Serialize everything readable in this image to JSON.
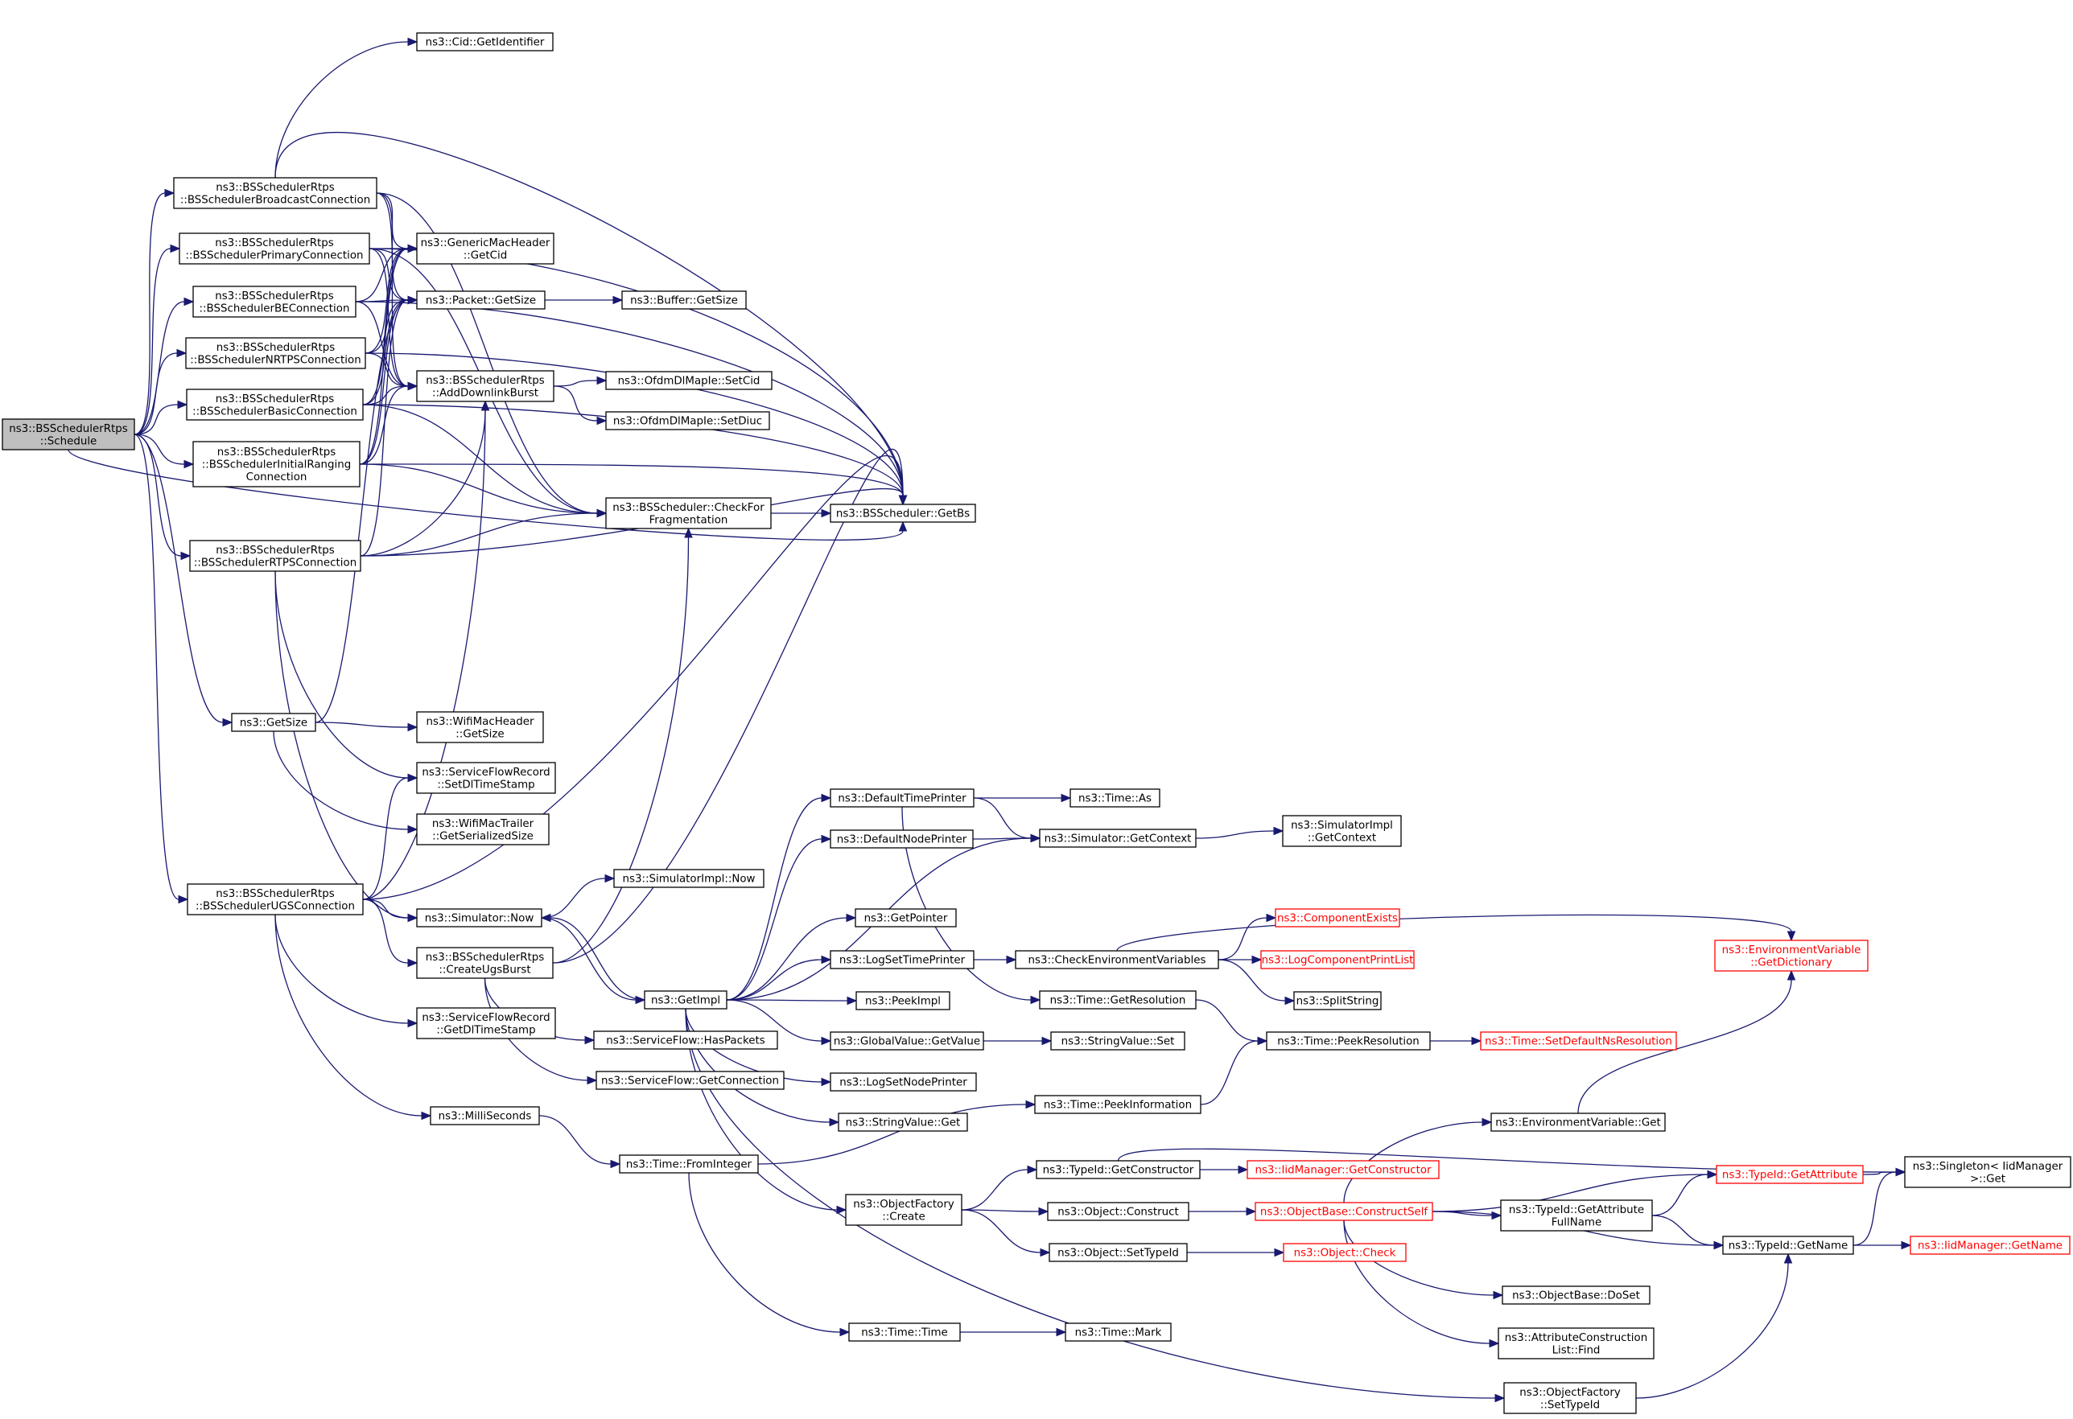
{
  "nodes": {
    "schedule": {
      "lines": [
        "ns3::BSSchedulerRtps",
        "::Schedule"
      ],
      "style": "root"
    },
    "broadcast": {
      "lines": [
        "ns3::BSSchedulerRtps",
        "::BSSchedulerBroadcastConnection"
      ]
    },
    "primary": {
      "lines": [
        "ns3::BSSchedulerRtps",
        "::BSSchedulerPrimaryConnection"
      ]
    },
    "be": {
      "lines": [
        "ns3::BSSchedulerRtps",
        "::BSSchedulerBEConnection"
      ]
    },
    "nrtps": {
      "lines": [
        "ns3::BSSchedulerRtps",
        "::BSSchedulerNRTPSConnection"
      ]
    },
    "basic": {
      "lines": [
        "ns3::BSSchedulerRtps",
        "::BSSchedulerBasicConnection"
      ]
    },
    "initialranging": {
      "lines": [
        "ns3::BSSchedulerRtps",
        "::BSSchedulerInitialRanging",
        "Connection"
      ]
    },
    "rtps": {
      "lines": [
        "ns3::BSSchedulerRtps",
        "::BSSchedulerRTPSConnection"
      ]
    },
    "getsize": {
      "lines": [
        "ns3::GetSize"
      ]
    },
    "ugs": {
      "lines": [
        "ns3::BSSchedulerRtps",
        "::BSSchedulerUGSConnection"
      ]
    },
    "cid": {
      "lines": [
        "ns3::Cid::GetIdentifier"
      ]
    },
    "gmh": {
      "lines": [
        "ns3::GenericMacHeader",
        "::GetCid"
      ]
    },
    "packetsize": {
      "lines": [
        "ns3::Packet::GetSize"
      ]
    },
    "adddl": {
      "lines": [
        "ns3::BSSchedulerRtps",
        "::AddDownlinkBurst"
      ]
    },
    "wifimacheader": {
      "lines": [
        "ns3::WifiMacHeader",
        "::GetSize"
      ]
    },
    "sfrset": {
      "lines": [
        "ns3::ServiceFlowRecord",
        "::SetDlTimeStamp"
      ]
    },
    "wifimactrailer": {
      "lines": [
        "ns3::WifiMacTrailer",
        "::GetSerializedSize"
      ]
    },
    "simnow": {
      "lines": [
        "ns3::Simulator::Now"
      ]
    },
    "createugs": {
      "lines": [
        "ns3::BSSchedulerRtps",
        "::CreateUgsBurst"
      ]
    },
    "sfrget": {
      "lines": [
        "ns3::ServiceFlowRecord",
        "::GetDlTimeStamp"
      ]
    },
    "millis": {
      "lines": [
        "ns3::MilliSeconds"
      ]
    },
    "buffersize": {
      "lines": [
        "ns3::Buffer::GetSize"
      ]
    },
    "setcid": {
      "lines": [
        "ns3::OfdmDlMapIe::SetCid"
      ]
    },
    "setdiuc": {
      "lines": [
        "ns3::OfdmDlMapIe::SetDiuc"
      ]
    },
    "checkfrag": {
      "lines": [
        "ns3::BSScheduler::CheckFor",
        "Fragmentation"
      ]
    },
    "simimplnow": {
      "lines": [
        "ns3::SimulatorImpl::Now"
      ]
    },
    "getimpl": {
      "lines": [
        "ns3::GetImpl"
      ]
    },
    "haspackets": {
      "lines": [
        "ns3::ServiceFlow::HasPackets"
      ]
    },
    "getconnection": {
      "lines": [
        "ns3::ServiceFlow::GetConnection"
      ]
    },
    "fromint": {
      "lines": [
        "ns3::Time::FromInteger"
      ]
    },
    "getbs": {
      "lines": [
        "ns3::BSScheduler::GetBs"
      ]
    },
    "deftimeprinter": {
      "lines": [
        "ns3::DefaultTimePrinter"
      ]
    },
    "defnodeprinter": {
      "lines": [
        "ns3::DefaultNodePrinter"
      ]
    },
    "getpointer": {
      "lines": [
        "ns3::GetPointer"
      ]
    },
    "logsettimeprinter": {
      "lines": [
        "ns3::LogSetTimePrinter"
      ]
    },
    "peekimpl": {
      "lines": [
        "ns3::PeekImpl"
      ]
    },
    "gvgetvalue": {
      "lines": [
        "ns3::GlobalValue::GetValue"
      ]
    },
    "logsetnodeprinter": {
      "lines": [
        "ns3::LogSetNodePrinter"
      ]
    },
    "stringvalueget": {
      "lines": [
        "ns3::StringValue::Get"
      ]
    },
    "objfactorycreate": {
      "lines": [
        "ns3::ObjectFactory",
        "::Create"
      ]
    },
    "timetime": {
      "lines": [
        "ns3::Time::Time"
      ]
    },
    "timeas": {
      "lines": [
        "ns3::Time::As"
      ]
    },
    "simgetcontext": {
      "lines": [
        "ns3::Simulator::GetContext"
      ]
    },
    "checkenv": {
      "lines": [
        "ns3::CheckEnvironmentVariables"
      ]
    },
    "timegetres": {
      "lines": [
        "ns3::Time::GetResolution"
      ]
    },
    "stringvalueset": {
      "lines": [
        "ns3::StringValue::Set"
      ]
    },
    "peekinfo": {
      "lines": [
        "ns3::Time::PeekInformation"
      ]
    },
    "getconstructor": {
      "lines": [
        "ns3::TypeId::GetConstructor"
      ]
    },
    "objconstruct": {
      "lines": [
        "ns3::Object::Construct"
      ]
    },
    "objsettypeid": {
      "lines": [
        "ns3::Object::SetTypeId"
      ]
    },
    "timemark": {
      "lines": [
        "ns3::Time::Mark"
      ]
    },
    "simimplgetcontext": {
      "lines": [
        "ns3::SimulatorImpl",
        "::GetContext"
      ]
    },
    "componentexists": {
      "lines": [
        "ns3::ComponentExists"
      ],
      "style": "red"
    },
    "logcompprint": {
      "lines": [
        "ns3::LogComponentPrintList"
      ],
      "style": "red"
    },
    "splitstring": {
      "lines": [
        "ns3::SplitString"
      ]
    },
    "peekres": {
      "lines": [
        "ns3::Time::PeekResolution"
      ]
    },
    "iidgetconstructor": {
      "lines": [
        "ns3::IidManager::GetConstructor"
      ],
      "style": "red"
    },
    "constructself": {
      "lines": [
        "ns3::ObjectBase::ConstructSelf"
      ],
      "style": "red"
    },
    "objcheck": {
      "lines": [
        "ns3::Object::Check"
      ],
      "style": "red"
    },
    "setdefaultns": {
      "lines": [
        "ns3::Time::SetDefaultNsResolution"
      ],
      "style": "red"
    },
    "envget": {
      "lines": [
        "ns3::EnvironmentVariable::Get"
      ]
    },
    "getattrfullname": {
      "lines": [
        "ns3::TypeId::GetAttribute",
        "FullName"
      ]
    },
    "objbasedoset": {
      "lines": [
        "ns3::ObjectBase::DoSet"
      ]
    },
    "attrconstfind": {
      "lines": [
        "ns3::AttributeConstruction",
        "List::Find"
      ]
    },
    "objfactsettypeid": {
      "lines": [
        "ns3::ObjectFactory",
        "::SetTypeId"
      ]
    },
    "envgetdict": {
      "lines": [
        "ns3::EnvironmentVariable",
        "::GetDictionary"
      ],
      "style": "red"
    },
    "typeidgetattr": {
      "lines": [
        "ns3::TypeId::GetAttribute"
      ],
      "style": "red"
    },
    "typeidgetname": {
      "lines": [
        "ns3::TypeId::GetName"
      ]
    },
    "singletonget": {
      "lines": [
        "ns3::Singleton< IidManager",
        " >::Get"
      ]
    },
    "iidgetname": {
      "lines": [
        "ns3::IidManager::GetName"
      ],
      "style": "red"
    }
  },
  "edges": [
    [
      "schedule",
      "broadcast"
    ],
    [
      "schedule",
      "primary"
    ],
    [
      "schedule",
      "be"
    ],
    [
      "schedule",
      "nrtps"
    ],
    [
      "schedule",
      "basic"
    ],
    [
      "schedule",
      "initialranging"
    ],
    [
      "schedule",
      "rtps"
    ],
    [
      "schedule",
      "getsize"
    ],
    [
      "schedule",
      "ugs"
    ],
    [
      "schedule",
      "getbs"
    ],
    [
      "broadcast",
      "cid"
    ],
    [
      "broadcast",
      "gmh"
    ],
    [
      "broadcast",
      "packetsize"
    ],
    [
      "broadcast",
      "adddl"
    ],
    [
      "broadcast",
      "checkfrag"
    ],
    [
      "broadcast",
      "getbs"
    ],
    [
      "primary",
      "gmh"
    ],
    [
      "primary",
      "packetsize"
    ],
    [
      "primary",
      "adddl"
    ],
    [
      "primary",
      "checkfrag"
    ],
    [
      "primary",
      "getbs"
    ],
    [
      "be",
      "gmh"
    ],
    [
      "be",
      "packetsize"
    ],
    [
      "be",
      "adddl"
    ],
    [
      "be",
      "getbs"
    ],
    [
      "nrtps",
      "gmh"
    ],
    [
      "nrtps",
      "packetsize"
    ],
    [
      "nrtps",
      "adddl"
    ],
    [
      "nrtps",
      "getbs"
    ],
    [
      "basic",
      "gmh"
    ],
    [
      "basic",
      "packetsize"
    ],
    [
      "basic",
      "adddl"
    ],
    [
      "basic",
      "checkfrag"
    ],
    [
      "basic",
      "getbs"
    ],
    [
      "initialranging",
      "gmh"
    ],
    [
      "initialranging",
      "packetsize"
    ],
    [
      "initialranging",
      "adddl"
    ],
    [
      "initialranging",
      "checkfrag"
    ],
    [
      "initialranging",
      "getbs"
    ],
    [
      "rtps",
      "packetsize"
    ],
    [
      "rtps",
      "adddl"
    ],
    [
      "rtps",
      "checkfrag"
    ],
    [
      "rtps",
      "getbs"
    ],
    [
      "rtps",
      "sfrset"
    ],
    [
      "rtps",
      "simnow"
    ],
    [
      "getsize",
      "packetsize"
    ],
    [
      "getsize",
      "wifimacheader"
    ],
    [
      "getsize",
      "wifimactrailer"
    ],
    [
      "ugs",
      "adddl"
    ],
    [
      "ugs",
      "sfrset"
    ],
    [
      "ugs",
      "simnow"
    ],
    [
      "ugs",
      "createugs"
    ],
    [
      "ugs",
      "sfrget"
    ],
    [
      "ugs",
      "millis"
    ],
    [
      "ugs",
      "getbs"
    ],
    [
      "packetsize",
      "buffersize"
    ],
    [
      "adddl",
      "setcid"
    ],
    [
      "adddl",
      "setdiuc"
    ],
    [
      "checkfrag",
      "getbs"
    ],
    [
      "simnow",
      "simimplnow"
    ],
    [
      "simnow",
      "getimpl"
    ],
    [
      "createugs",
      "checkfrag"
    ],
    [
      "createugs",
      "getbs"
    ],
    [
      "createugs",
      "haspackets"
    ],
    [
      "createugs",
      "getconnection"
    ],
    [
      "millis",
      "fromint"
    ],
    [
      "getimpl",
      "simnow"
    ],
    [
      "getimpl",
      "deftimeprinter"
    ],
    [
      "getimpl",
      "defnodeprinter"
    ],
    [
      "getimpl",
      "getpointer"
    ],
    [
      "getimpl",
      "logsettimeprinter"
    ],
    [
      "getimpl",
      "peekimpl"
    ],
    [
      "getimpl",
      "gvgetvalue"
    ],
    [
      "getimpl",
      "logsetnodeprinter"
    ],
    [
      "getimpl",
      "stringvalueget"
    ],
    [
      "getimpl",
      "objfactorycreate"
    ],
    [
      "getimpl",
      "simgetcontext"
    ],
    [
      "getimpl",
      "objfactsettypeid"
    ],
    [
      "fromint",
      "peekinfo"
    ],
    [
      "fromint",
      "timetime"
    ],
    [
      "deftimeprinter",
      "timeas"
    ],
    [
      "deftimeprinter",
      "simgetcontext"
    ],
    [
      "deftimeprinter",
      "timegetres"
    ],
    [
      "defnodeprinter",
      "simgetcontext"
    ],
    [
      "logsettimeprinter",
      "checkenv"
    ],
    [
      "gvgetvalue",
      "stringvalueset"
    ],
    [
      "objfactorycreate",
      "getconstructor"
    ],
    [
      "objfactorycreate",
      "objconstruct"
    ],
    [
      "objfactorycreate",
      "objsettypeid"
    ],
    [
      "timetime",
      "timemark"
    ],
    [
      "simgetcontext",
      "simimplgetcontext"
    ],
    [
      "checkenv",
      "envgetdict"
    ],
    [
      "checkenv",
      "componentexists"
    ],
    [
      "checkenv",
      "logcompprint"
    ],
    [
      "checkenv",
      "splitstring"
    ],
    [
      "timegetres",
      "peekres"
    ],
    [
      "peekinfo",
      "peekres"
    ],
    [
      "getconstructor",
      "iidgetconstructor"
    ],
    [
      "getconstructor",
      "singletonget"
    ],
    [
      "objconstruct",
      "constructself"
    ],
    [
      "objsettypeid",
      "objcheck"
    ],
    [
      "peekres",
      "setdefaultns"
    ],
    [
      "constructself",
      "envget"
    ],
    [
      "constructself",
      "getattrfullname"
    ],
    [
      "constructself",
      "typeidgetattr"
    ],
    [
      "constructself",
      "typeidgetname"
    ],
    [
      "constructself",
      "objbasedoset"
    ],
    [
      "constructself",
      "attrconstfind"
    ],
    [
      "envget",
      "envgetdict"
    ],
    [
      "getattrfullname",
      "typeidgetattr"
    ],
    [
      "getattrfullname",
      "typeidgetname"
    ],
    [
      "objfactsettypeid",
      "typeidgetname"
    ],
    [
      "typeidgetattr",
      "singletonget"
    ],
    [
      "typeidgetname",
      "singletonget"
    ],
    [
      "typeidgetname",
      "iidgetname"
    ]
  ]
}
